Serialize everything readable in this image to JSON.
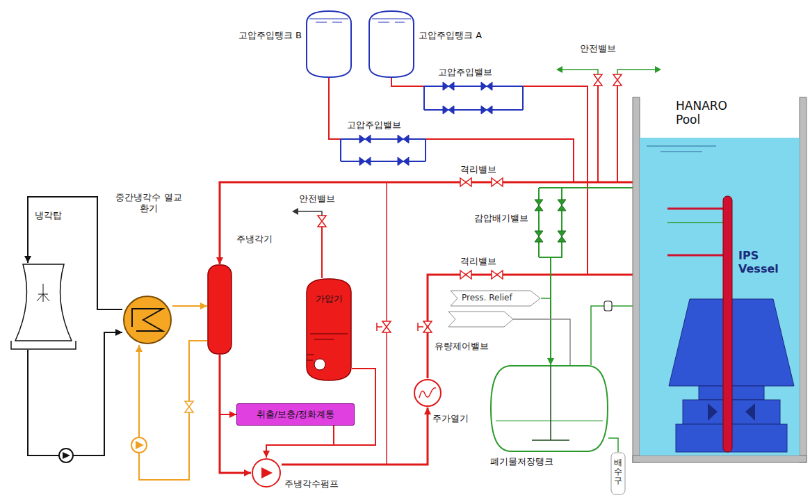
{
  "diagram": {
    "nodes": [
      {
        "text": [
          "고압주입탱크 B"
        ]
      },
      {
        "text": [
          "고압주입탱크 A"
        ]
      },
      {
        "text": [
          "HANARO Pool"
        ]
      },
      {
        "text": [
          "IPS Vessel"
        ],
        "in": 2
      },
      {
        "text": [
          "냉각탑"
        ]
      },
      {
        "text": [
          "중간냉각수 열교환기"
        ]
      },
      {
        "text": [
          "주냉각기"
        ]
      },
      {
        "text": [
          "가압기"
        ]
      },
      {
        "text": [
          "취출/보충/정화계통"
        ]
      },
      {
        "text": [
          "주가열기"
        ]
      },
      {
        "text": [
          "폐기물저장탱크"
        ]
      },
      {
        "text": [
          "주냉각수펌프"
        ]
      },
      {
        "text": [
          "Press. Relief"
        ]
      },
      {
        "text": [
          "배수구"
        ]
      }
    ],
    "edges": [
      {
        "from": 0,
        "to": 3,
        "arrow": "to"
      },
      {
        "from": 1,
        "to": 3,
        "arrow": "to"
      },
      {
        "from": 3,
        "to": 6,
        "arrow": "to"
      },
      {
        "from": 6,
        "to": 11,
        "arrow": "to"
      },
      {
        "from": 11,
        "to": 9,
        "arrow": "to"
      },
      {
        "from": 9,
        "to": 3,
        "arrow": "to"
      },
      {
        "from": 6,
        "to": 8,
        "arrow": "to"
      },
      {
        "from": 8,
        "to": 11,
        "arrow": "to"
      },
      {
        "from": 7,
        "to": 11,
        "arrow": "none"
      },
      {
        "from": 5,
        "to": 4,
        "arrow": "to"
      },
      {
        "from": 4,
        "to": 5,
        "arrow": "to"
      },
      {
        "from": 5,
        "to": 6,
        "arrow": "to"
      },
      {
        "from": 6,
        "to": 5,
        "arrow": "to"
      },
      {
        "from": 3,
        "to": 10,
        "arrow": "to"
      },
      {
        "from": 12,
        "to": 10,
        "arrow": "none"
      },
      {
        "from": 10,
        "to": 13,
        "arrow": "none"
      },
      {
        "from": 10,
        "to": 2,
        "arrow": "none"
      }
    ],
    "labels": [
      "고압주입밸브",
      "고압주입밸브",
      "안전밸브",
      "격리밸브",
      "안전밸브",
      "감압배기밸브",
      "격리밸브",
      "유량제어밸브"
    ]
  }
}
